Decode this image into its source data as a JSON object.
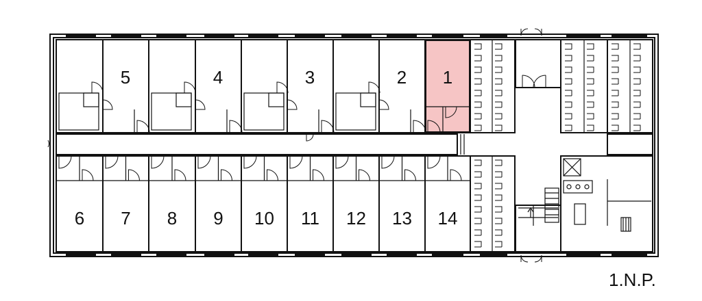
{
  "floor_label": "1.N.P.",
  "highlight_color": "#f6c5c5",
  "rooms_top": [
    {
      "label": "5",
      "highlighted": false
    },
    {
      "label": "4",
      "highlighted": false
    },
    {
      "label": "3",
      "highlighted": false
    },
    {
      "label": "2",
      "highlighted": false
    },
    {
      "label": "1",
      "highlighted": true
    }
  ],
  "rooms_bottom": [
    {
      "label": "6"
    },
    {
      "label": "7"
    },
    {
      "label": "8"
    },
    {
      "label": "9"
    },
    {
      "label": "10"
    },
    {
      "label": "11"
    },
    {
      "label": "12"
    },
    {
      "label": "13"
    },
    {
      "label": "14"
    }
  ]
}
